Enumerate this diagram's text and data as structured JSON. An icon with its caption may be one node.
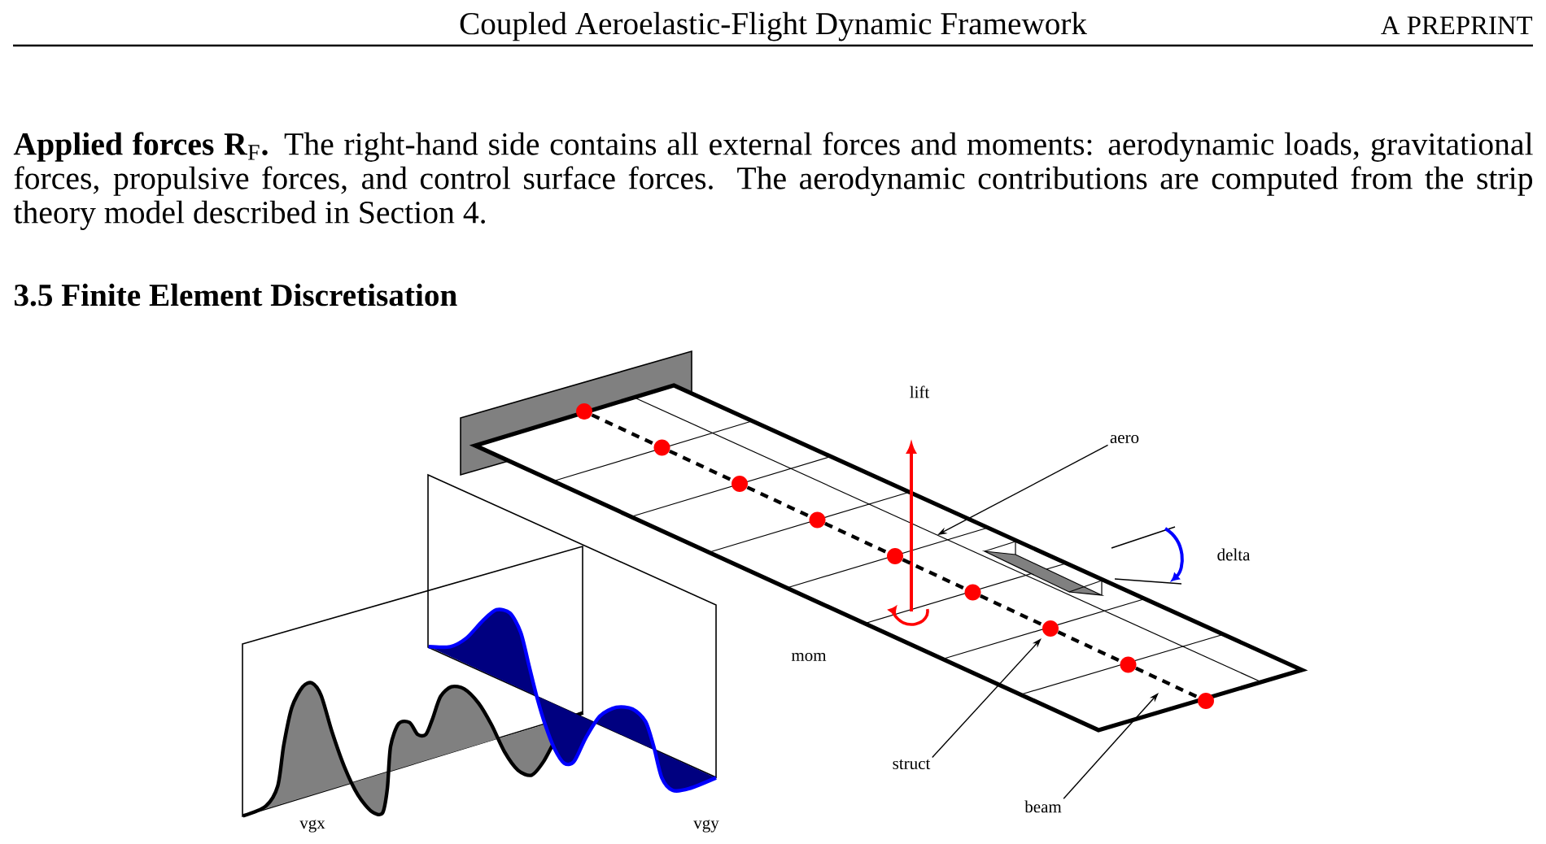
{
  "diagram": {
    "title": "3.5 Finite Element Discretisation",
    "nodes": [
      {
        "text": [
          "aero"
        ]
      },
      {
        "text": [],
        "shape": "circle"
      },
      {
        "text": [],
        "shape": "circle"
      },
      {
        "text": [],
        "shape": "circle"
      },
      {
        "text": [],
        "shape": "circle"
      },
      {
        "text": [],
        "shape": "circle"
      },
      {
        "text": [],
        "shape": "circle"
      },
      {
        "text": [],
        "shape": "circle"
      },
      {
        "text": [],
        "shape": "circle"
      },
      {
        "text": [],
        "shape": "circle"
      },
      {
        "text": [
          "struct"
        ]
      },
      {
        "text": [
          "beam"
        ]
      }
    ],
    "edges": [
      {
        "from": 0,
        "to": null,
        "arrow": "to"
      },
      {
        "from": 1,
        "to": 2,
        "arrow": "none",
        "style": "dashed"
      },
      {
        "from": 2,
        "to": 3,
        "arrow": "none",
        "style": "dashed"
      },
      {
        "from": 3,
        "to": 4,
        "arrow": "none",
        "style": "dashed"
      },
      {
        "from": 4,
        "to": 5,
        "arrow": "none",
        "style": "dashed"
      },
      {
        "from": 5,
        "to": 6,
        "arrow": "none",
        "style": "dashed"
      },
      {
        "from": 6,
        "to": 7,
        "arrow": "none",
        "style": "dashed"
      },
      {
        "from": 7,
        "to": 8,
        "arrow": "none",
        "style": "dashed"
      },
      {
        "from": 8,
        "to": 9,
        "arrow": "none",
        "style": "dashed"
      },
      {
        "from": 10,
        "to": 7,
        "arrow": "to"
      },
      {
        "from": 11,
        "to": null,
        "arrow": "to"
      }
    ],
    "labels": [
      "Coupled Aeroelastic-Flight Dynamic Framework",
      "A PREPRINT",
      "**Applied forces R**$_{F}$**.** The right-hand side contains all external forces and moments: aerodynamic loads, gravitational forces, propulsive forces, and control surface forces. The aerodynamic contributions are computed from the strip theory model described in Section 4.",
      "lift",
      "delta",
      "mom",
      "vgx",
      "vgy"
    ]
  }
}
